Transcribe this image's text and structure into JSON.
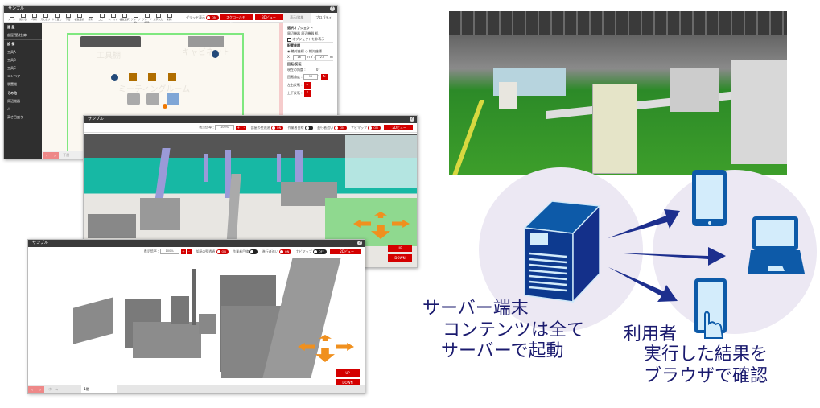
{
  "editor_window": {
    "title": "サンプル",
    "toolbar": [
      "ノード",
      "閉じる",
      "印刷",
      "元に戻す",
      "やり直し",
      "下層",
      "複数接続",
      "整列",
      "コピー",
      "ペースト",
      "複数選択",
      "グループ化",
      "グループ解除",
      "文字入力",
      "削除"
    ],
    "grid_label": "グリッド表示",
    "grid_toggle": "ON",
    "scroll_mode": "スクロールモード",
    "view3d": "3Dビュー",
    "sidebar": [
      {
        "label": "建 屋",
        "header": true
      },
      {
        "label": "部屋/壁/柱/扉"
      },
      {
        "label": "設 備",
        "header": true
      },
      {
        "label": "工具A"
      },
      {
        "label": "工具B"
      },
      {
        "label": "工具C"
      },
      {
        "label": "コンベア"
      },
      {
        "label": "装置機"
      },
      {
        "label": "その他",
        "header": true
      },
      {
        "label": "周辺機器"
      },
      {
        "label": "人"
      },
      {
        "label": "高さ目盛り"
      }
    ],
    "canvas_labels": {
      "tool_shelf": "工具棚",
      "cabinet": "キャビネット",
      "meeting_room": "ミーティングルーム"
    },
    "panel": {
      "tabs": [
        "表示/編集",
        "プロパティ"
      ],
      "selected_heading": "選択オブジェクト",
      "selected_value": "周辺機器 周辺機器 机",
      "hide_object": "オブジェクトを非表示",
      "coords_heading": "配置座標",
      "absolute": "絶対座標",
      "relative": "相対座標",
      "x_label": "X :",
      "x_value": "16",
      "x_unit": "m",
      "y_label": "Y :",
      "y_value": "2.2",
      "y_unit": "m",
      "rotate_heading": "回転/反転",
      "current_angle_label": "現在の角度 :",
      "current_angle": "0°",
      "rotation_label": "回転角度 :",
      "rotation_value": "90",
      "rotation_unit": "°",
      "flip_h": "左右反転 :",
      "flip_v": "上下反転 :"
    },
    "tab": "下層"
  },
  "view3d_window": {
    "title": "サンプル",
    "zoom_label": "表示倍率 :",
    "zoom_value": "100%",
    "wall_label": "部屋の壁透過",
    "wall_toggle": "ON",
    "worker_label": "作業者目線",
    "worker_toggle": "",
    "follow_label": "進行者追い",
    "follow_toggle": "ON",
    "navi_label": "ナビマップ",
    "navi_toggle": "ON",
    "view2d": "2Dビュー",
    "up": "UP",
    "down": "DOWN"
  },
  "view3d_window2": {
    "title": "サンプル",
    "zoom_label": "表示倍率 :",
    "zoom_value": "100%",
    "wall_label": "部屋の壁透過",
    "wall_toggle": "ON",
    "worker_label": "作業者目線",
    "worker_toggle": "",
    "follow_label": "進行者追い",
    "follow_toggle": "ON",
    "navi_label": "ナビマップ",
    "navi_toggle": "OFF",
    "view2d": "2Dビュー",
    "up": "UP",
    "down": "DOWN",
    "tabs": [
      "ホーム",
      "1階"
    ]
  },
  "diagram": {
    "server_title": "サーバー端末",
    "server_line1": "コンテンツは全て",
    "server_line2": "サーバーで起動",
    "user_title": "利用者",
    "user_line1": "実行した結果を",
    "user_line2": "ブラウザで確認",
    "colors": {
      "circle": "#ece8f3",
      "icon_dark": "#0d3a8f",
      "icon_light": "#d3ecfb",
      "arrow": "#1d2f8e",
      "text": "#1a1a6e",
      "accent_red": "#d40000",
      "arrow_orange": "#f0901e"
    }
  }
}
